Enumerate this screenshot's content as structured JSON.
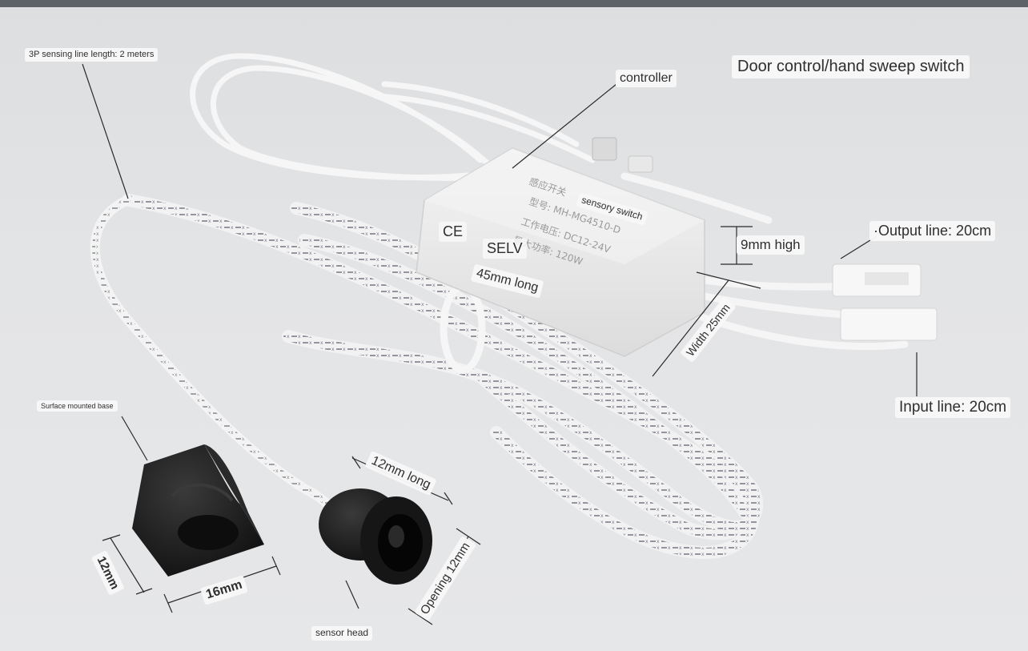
{
  "labels": {
    "sensing_line": "3P sensing line length: 2 meters",
    "controller": "controller",
    "title": "Door control/hand sweep switch",
    "sensory_switch": "sensory switch",
    "ce": "CE",
    "selv": "SELV",
    "length_45": "45mm long",
    "high_9": "9mm high",
    "output_line": "·Output line: 20cm",
    "width_25": "Width 25mm",
    "input_line": "Input line: 20cm",
    "surface_base": "Surface mounted base",
    "long_12": "12mm long",
    "opening_12": "Opening 12mm",
    "height_12": "12mm",
    "width_16": "16mm",
    "sensor_head": "sensor head"
  },
  "colors": {
    "background": "#e3e4e6",
    "top_bar": "#5d6168",
    "cable": "#f4f4f4",
    "cable_stripe": "#8a8c93",
    "controller_body": "#eeeeee",
    "black_parts": "#1e1e1e",
    "label_bg": "#f8f8f8",
    "label_text": "#2e2e2e"
  }
}
